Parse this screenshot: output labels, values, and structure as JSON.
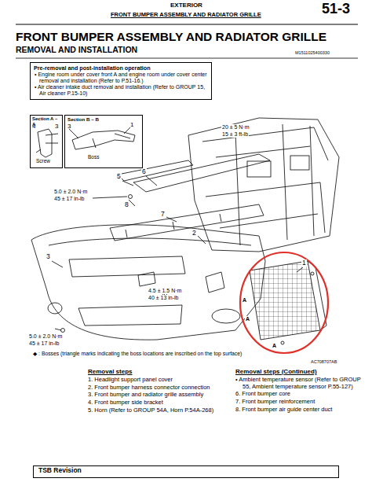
{
  "diagram": {
    "title": "FRONT BUMPER ASSEMBLY AND RADIATOR GRILLE",
    "nodes": [
      {
        "text": [
          "Pre-removal and post-installation operation",
          "• Engine room under cover front A and engine room under cover center removal and installation (Refer to P.51-16.)",
          "• Air cleaner intake duct removal and installation (Refer to GROUP 15, Air cleaner P.15-10)"
        ]
      },
      {
        "text": [
          "Section A – A"
        ]
      },
      {
        "text": [
          "Section B – B"
        ]
      },
      {
        "text": [
          "TSB Revision"
        ]
      }
    ],
    "labels": [
      "EXTERIOR",
      "FRONT BUMPER ASSEMBLY AND RADIATOR GRILLE",
      "51-3",
      "REMOVAL AND INSTALLATION",
      "M1511025400330",
      "4",
      "3",
      "Screw",
      "3",
      "1",
      "Boss",
      "20 ± 5 N·m",
      "15 ± 3 ft-lb",
      "6",
      "5",
      "5.0 ± 2.0 N·m",
      "45 ± 17 in-lb",
      "8",
      "7",
      "2",
      "3",
      "4.5 ± 1.5 N·m",
      "40 ± 13 in-lb",
      "5.0 ± 2.0 N·m",
      "45 ± 17 in-lb",
      "A",
      "A",
      "A",
      "1",
      "◆ : Bosses (triangle marks indicating the boss locations are inscribed on the top surface)",
      "AC708707AB",
      "Removal steps",
      "1. Headlight support panel cover",
      "2. Front bumper harness connector connection",
      "3. Front bumper and radiator grille assembly",
      "4. Front bumper side bracket",
      "5. Horn (Refer to GROUP 54A, Horn P.54A-268)",
      "Removal steps (Continued)",
      "• Ambient temperature sensor (Refer to GROUP 55, Ambient temperature sensor P.55-127)",
      "6. Front bumper core",
      "7. Front bumper reinforcement",
      "8. Front bumper air guide center duct"
    ]
  }
}
